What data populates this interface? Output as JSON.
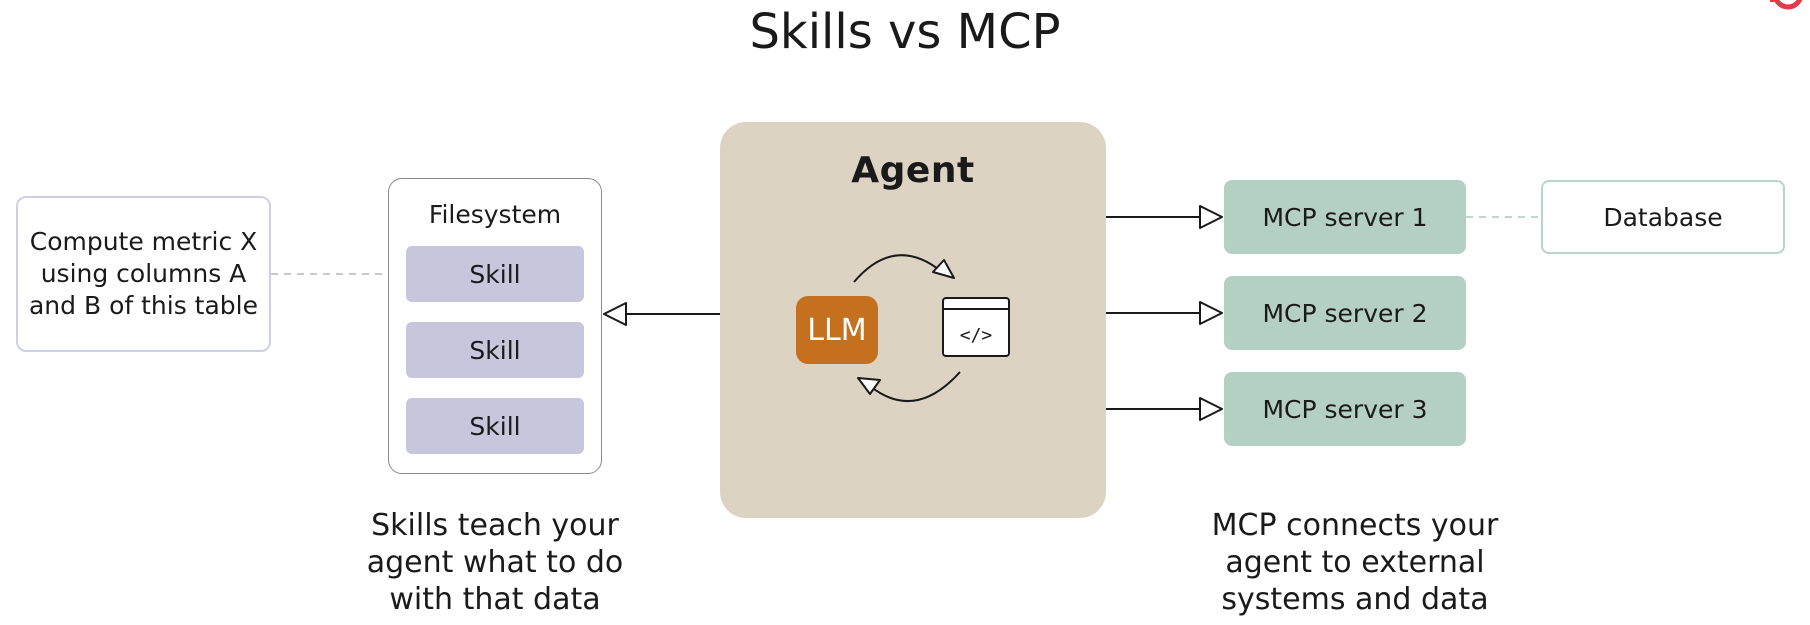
{
  "title": "Skills vs MCP",
  "prompt_note": "Compute metric X using columns A and B of this table",
  "filesystem": {
    "label": "Filesystem",
    "skills": [
      "Skill",
      "Skill",
      "Skill"
    ]
  },
  "agent": {
    "label": "Agent",
    "llm_label": "LLM",
    "code_icon": "code-window-icon"
  },
  "mcp": {
    "servers": [
      "MCP server 1",
      "MCP server 2",
      "MCP server 3"
    ],
    "database_label": "Database"
  },
  "captions": {
    "skills": "Skills teach your agent what to do with that data",
    "mcp": "MCP connects your agent to external systems and data"
  },
  "colors": {
    "agent_bg": "#ddd3c2",
    "llm": "#c4701e",
    "skill": "#c8c6dd",
    "mcp_server": "#b4cfc4",
    "logo_accent": "#e23b4a"
  }
}
